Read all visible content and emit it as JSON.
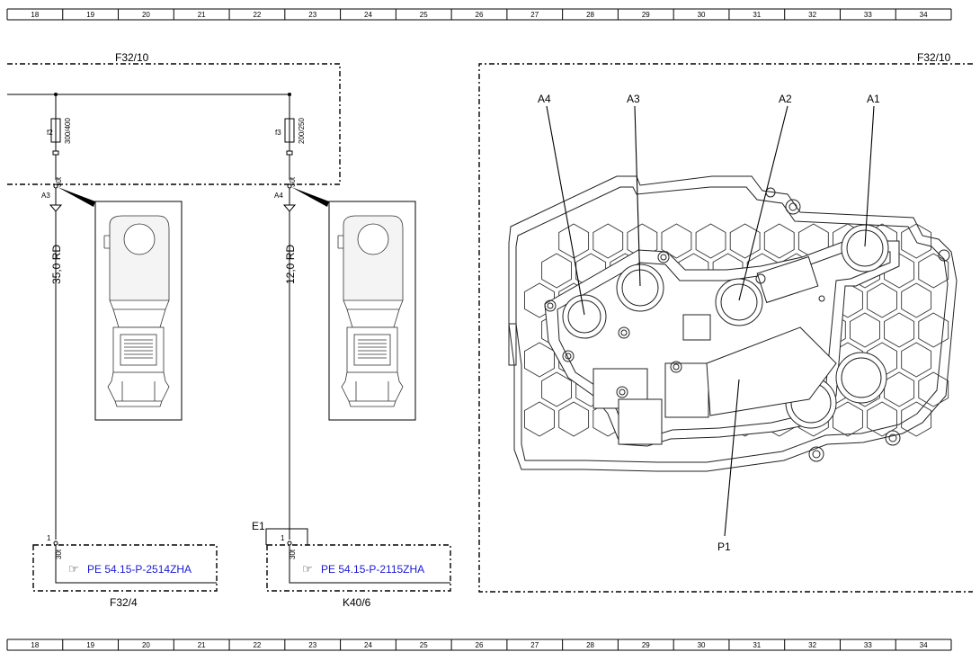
{
  "grid": {
    "columns": [
      "18",
      "19",
      "20",
      "21",
      "22",
      "23",
      "24",
      "25",
      "26",
      "27",
      "28",
      "29",
      "30",
      "31",
      "32",
      "33",
      "34"
    ]
  },
  "left": {
    "module_label": "F32/10",
    "fuse1": {
      "name": "f2",
      "rating": "300/400",
      "terminal": "30t",
      "pin": "A3",
      "wire": "35,0 RD",
      "pin_bottom": "1",
      "terminal_bottom": "30t",
      "ref": "PE 54.15-P-2514ZHA",
      "component": "F32/4"
    },
    "fuse2": {
      "name": "f3",
      "rating": "200/250",
      "terminal": "30t",
      "pin": "A4",
      "wire": "12,0 RD",
      "pin_bottom": "1",
      "terminal_bottom": "30t",
      "ground_label": "E1",
      "ref": "PE 54.15-P-2115ZHA",
      "component": "K40/6"
    }
  },
  "right": {
    "module_label": "F32/10",
    "callouts": [
      "A4",
      "A3",
      "A2",
      "A1",
      "P1"
    ]
  },
  "colors": {
    "reference_link": "#1a1ad0"
  }
}
